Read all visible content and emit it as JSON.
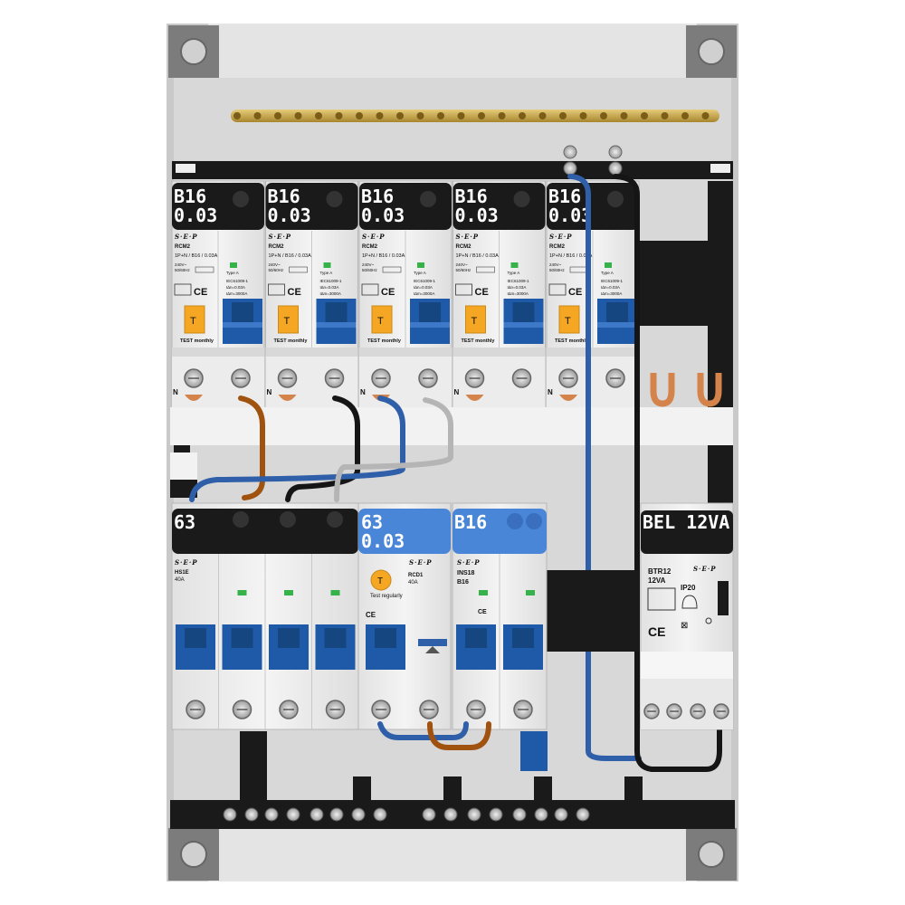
{
  "brand": "S·E·P",
  "rcbo_row": {
    "label_line1": "B16",
    "label_line2": "0.03",
    "model": "RCM2",
    "spec": "1P+N / B16 / 0.03A",
    "voltage": "240V~",
    "freq": "50/60Hz",
    "type": "Type A",
    "standard": "IEC61009-1",
    "idn": "I∆n=0.03A",
    "icn": "I∆m=3000A",
    "test": "TEST monthly",
    "t_symbol": "T",
    "n_label": "N",
    "count": 5
  },
  "main_switch": {
    "label": "63",
    "model": "HS1E",
    "rating": "40A"
  },
  "rcd": {
    "label_line1": "63",
    "label_line2": "0.03",
    "model": "RCD1",
    "rating": "40A",
    "test": "Test regularly",
    "t_symbol": "T"
  },
  "ins": {
    "label": "B16",
    "model": "INS18",
    "rating": "B16"
  },
  "bell": {
    "label": "BEL 12VA",
    "model": "BTR12",
    "rating": "12VA",
    "ip": "IP20"
  },
  "colors": {
    "black_bar": "#1a1a1a",
    "blue_cover": "#4a86d8",
    "toggle_blue": "#1f5aa8",
    "test_orange": "#f5a623",
    "wire_brown": "#a0520f",
    "wire_blue": "#2f5fa8",
    "wire_grey": "#b5b5b5",
    "wire_black": "#151515",
    "copper": "#d4834a",
    "brass": "#c9a64d"
  }
}
